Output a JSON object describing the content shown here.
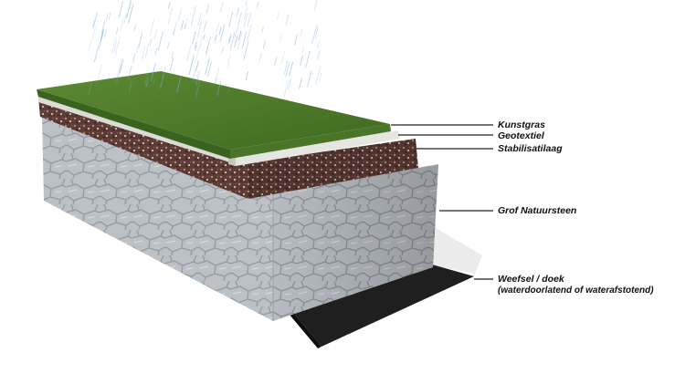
{
  "layers": [
    {
      "id": "kunstgras",
      "label": "Kunstgras",
      "color": "#4f7a2a"
    },
    {
      "id": "geotextiel",
      "label": "Geotextiel",
      "color": "#d9d9d4"
    },
    {
      "id": "stabilisatielaag",
      "label": "Stabilisatilaag",
      "color": "#6e4a42"
    },
    {
      "id": "grof-natuursteen",
      "label": "Grof Natuursteen",
      "color": "#b9bdc2"
    },
    {
      "id": "weefsel",
      "label": "Weefsel / doek",
      "sublabel": "(waterdoorlatend of  waterafstotend)",
      "color": "#1e1e1e"
    }
  ]
}
